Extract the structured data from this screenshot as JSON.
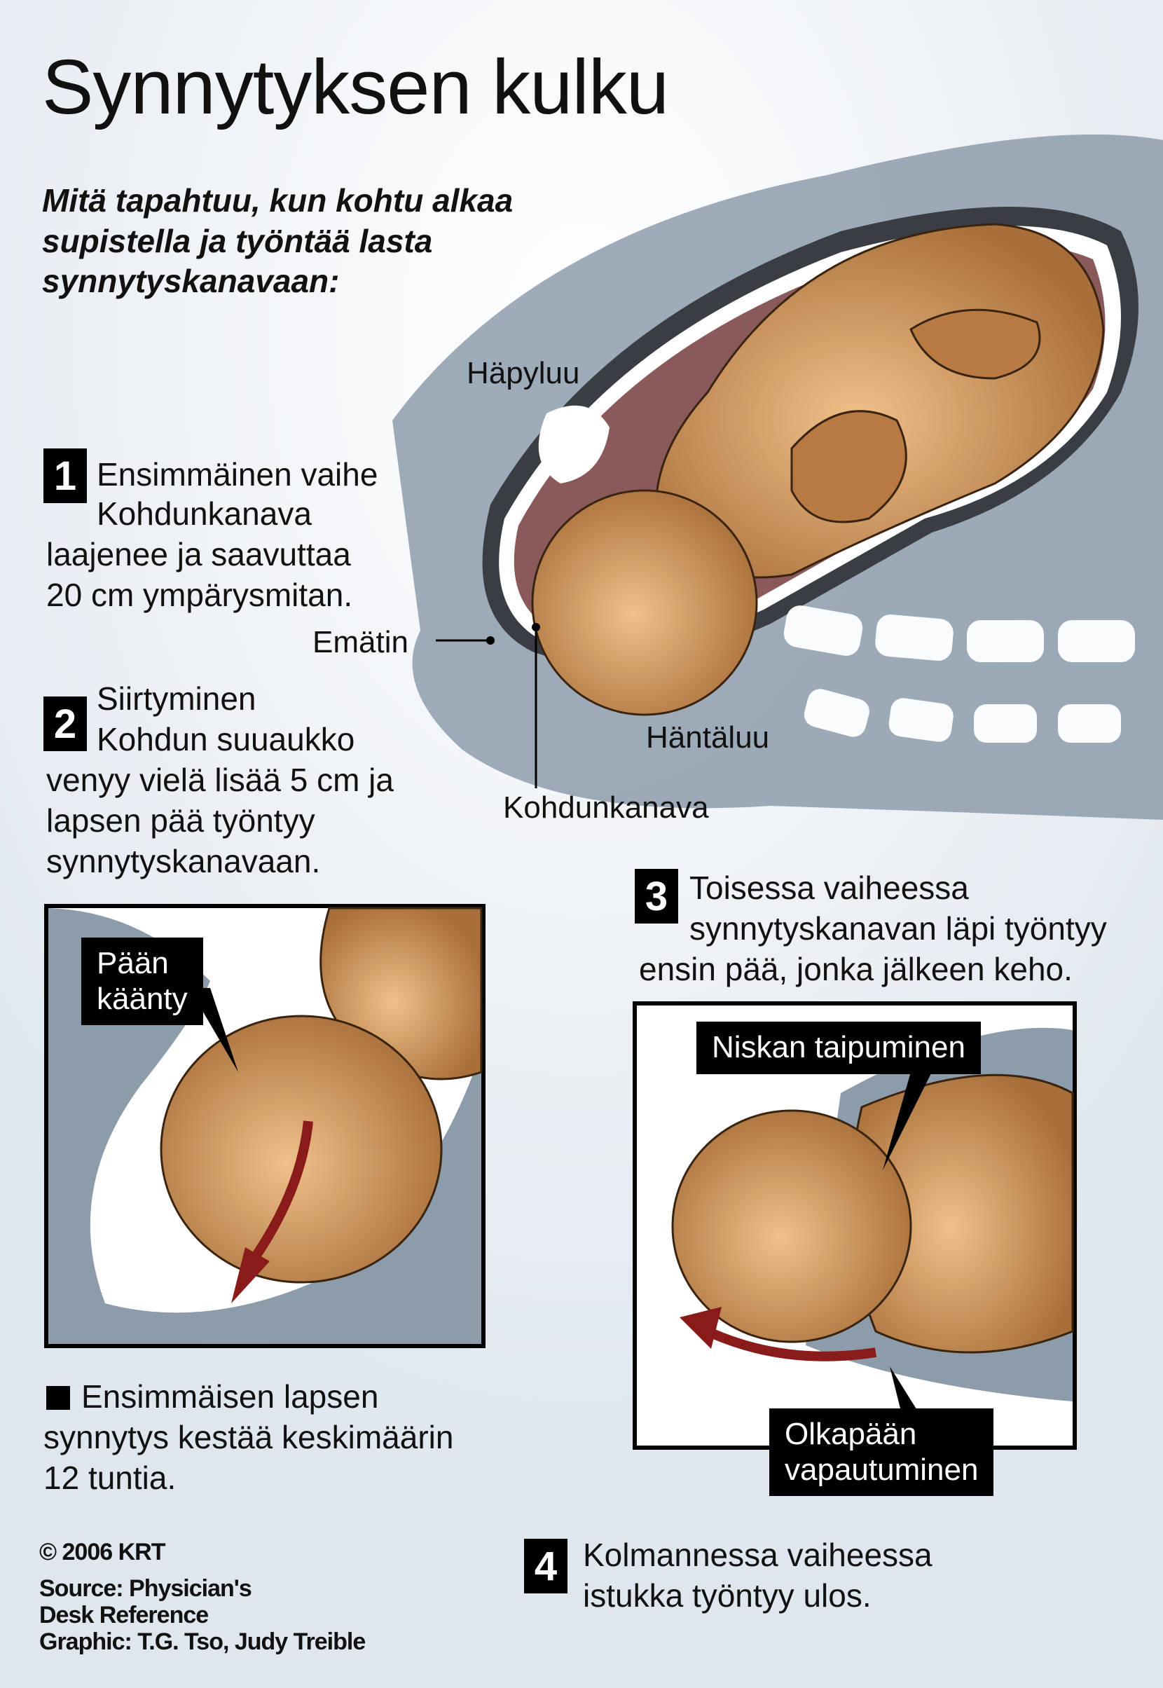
{
  "title": "Synnytyksen kulku",
  "subtitle": [
    "Mitä tapahtuu, kun kohtu alkaa",
    "supistella ja työntää lasta",
    "synnytyskanavaan:"
  ],
  "labels": {
    "hapyluu": "Häpyluu",
    "ematin": "Emätin",
    "hantaluu": "Häntäluu",
    "kohdunkanava": "Kohdunkanava"
  },
  "steps": [
    {
      "number": "1",
      "lines": [
        "Ensimmäinen vaihe",
        "Kohdunkanava",
        "laajenee ja saavuttaa",
        "20 cm ympärysmitan."
      ]
    },
    {
      "number": "2",
      "lines": [
        "Siirtyminen",
        "Kohdun suuaukko",
        "venyy vielä lisää 5 cm ja",
        "lapsen pää työntyy",
        "synnytyskanavaan."
      ]
    },
    {
      "number": "3",
      "lines": [
        "Toisessa vaiheessa",
        "synnytyskanavan läpi työntyy",
        "ensin pää, jonka jälkeen keho."
      ]
    },
    {
      "number": "4",
      "lines": [
        "Kolmannessa vaiheessa",
        "istukka työntyy ulos."
      ]
    }
  ],
  "callouts": {
    "paan_kaanty": [
      "Pään",
      "käänty"
    ],
    "niskan": "Niskan taipuminen",
    "olkapaan": [
      "Olkapään",
      "vapautuminen"
    ]
  },
  "note": [
    "Ensimmäisen lapsen",
    "synnytys kestää keskimäärin",
    "12 tuntia."
  ],
  "credits": [
    "© 2006 KRT",
    "Source: Physician's",
    "Desk Reference",
    "Graphic: T.G. Tso, Judy Treible"
  ],
  "colors": {
    "skin": "#b67a42",
    "bone": "#8d9cab",
    "tissue": "#8a5a5a",
    "arrow": "#8a1b1b",
    "background": "#dfe6ee"
  }
}
